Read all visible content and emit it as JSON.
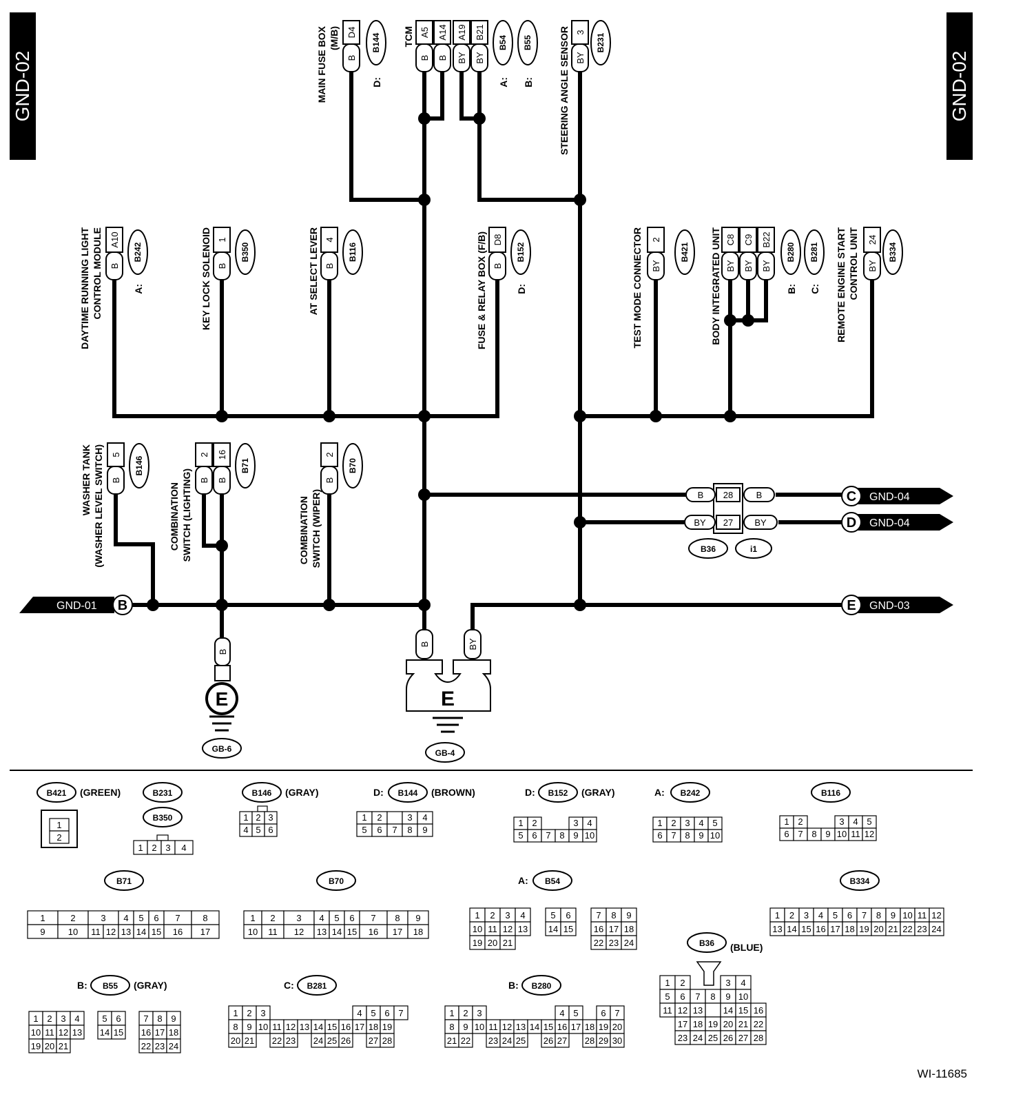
{
  "page_tag": "GND-02",
  "figure_id": "WI-11685",
  "components": {
    "main_fuse_box": {
      "name": "MAIN FUSE BOX",
      "sub": "(M/B)",
      "prefix": "D:",
      "conn": "B144",
      "pin": "D4",
      "wire": "B"
    },
    "tcm": {
      "name": "TCM",
      "prefix_a": "A:",
      "conn_a": "B54",
      "prefix_b": "B:",
      "conn_b": "B55",
      "pins": [
        "A5",
        "A14",
        "A19",
        "B21"
      ],
      "wires": [
        "B",
        "B",
        "BY",
        "BY"
      ]
    },
    "steering": {
      "name": "STEERING ANGLE SENSOR",
      "conn": "B231",
      "pin": "3",
      "wire": "BY"
    },
    "drl": {
      "name1": "DAYTIME RUNNING LIGHT",
      "name2": "CONTROL MODULE",
      "prefix": "A:",
      "conn": "B242",
      "pin": "A10",
      "wire": "B"
    },
    "keylock": {
      "name": "KEY LOCK SOLENOID",
      "conn": "B350",
      "pin": "1",
      "wire": "B"
    },
    "atselect": {
      "name": "AT SELECT LEVER",
      "conn": "B116",
      "pin": "4",
      "wire": "B"
    },
    "fuserelay": {
      "name": "FUSE & RELAY BOX (F/B)",
      "prefix": "D:",
      "conn": "B152",
      "pin": "D8",
      "wire": "B"
    },
    "testmode": {
      "name": "TEST MODE CONNECTOR",
      "conn": "B421",
      "pin": "2",
      "wire": "BY"
    },
    "biu": {
      "name": "BODY INTEGRATED UNIT",
      "prefix_b": "B:",
      "conn_b": "B280",
      "prefix_c": "C:",
      "conn_c": "B281",
      "pins": [
        "C8",
        "C9",
        "B22"
      ],
      "wires": [
        "BY",
        "BY",
        "BY"
      ]
    },
    "remote": {
      "name1": "REMOTE ENGINE START",
      "name2": "CONTROL UNIT",
      "conn": "B334",
      "pin": "24",
      "wire": "BY"
    },
    "washer": {
      "name1": "WASHER TANK",
      "name2": "(WASHER LEVEL SWITCH)",
      "conn": "B146",
      "pin": "5",
      "wire": "B"
    },
    "comb_light": {
      "name1": "COMBINATION",
      "name2": "SWITCH (LIGHTING)",
      "conn": "B71",
      "pins": [
        "2",
        "16"
      ],
      "wires": [
        "B",
        "B"
      ]
    },
    "comb_wiper": {
      "name1": "COMBINATION",
      "name2": "SWITCH (WIPER)",
      "conn": "B70",
      "pin": "2",
      "wire": "B"
    }
  },
  "joint": {
    "conn_left": "B36",
    "conn_right": "i1",
    "rows": [
      {
        "wire_l": "B",
        "pin": "28",
        "wire_r": "B"
      },
      {
        "wire_l": "BY",
        "pin": "27",
        "wire_r": "BY"
      }
    ]
  },
  "offpage": {
    "c": {
      "letter": "C",
      "label": "GND-04"
    },
    "d": {
      "letter": "D",
      "label": "GND-04"
    },
    "e_right": {
      "letter": "E",
      "label": "GND-03"
    },
    "b_left": {
      "letter": "B",
      "label": "GND-01"
    }
  },
  "grounds": {
    "gb6": {
      "letter": "E",
      "label": "GB-6",
      "wire": "B"
    },
    "gb4": {
      "letter": "E",
      "label": "GB-4",
      "wires": [
        "B",
        "BY"
      ]
    }
  },
  "connector_views": [
    {
      "prefix": "",
      "id": "B421",
      "color": "(GREEN)"
    },
    {
      "prefix": "",
      "id": "B231",
      "color": ""
    },
    {
      "prefix": "",
      "id": "B350",
      "color": ""
    },
    {
      "prefix": "",
      "id": "B146",
      "color": "(GRAY)"
    },
    {
      "prefix": "D:",
      "id": "B144",
      "color": "(BROWN)"
    },
    {
      "prefix": "D:",
      "id": "B152",
      "color": "(GRAY)"
    },
    {
      "prefix": "A:",
      "id": "B242",
      "color": ""
    },
    {
      "prefix": "",
      "id": "B116",
      "color": ""
    },
    {
      "prefix": "",
      "id": "B71",
      "color": ""
    },
    {
      "prefix": "",
      "id": "B70",
      "color": ""
    },
    {
      "prefix": "A:",
      "id": "B54",
      "color": ""
    },
    {
      "prefix": "",
      "id": "B334",
      "color": ""
    },
    {
      "prefix": "",
      "id": "B36",
      "color": "(BLUE)"
    },
    {
      "prefix": "B:",
      "id": "B55",
      "color": "(GRAY)"
    },
    {
      "prefix": "C:",
      "id": "B281",
      "color": ""
    },
    {
      "prefix": "B:",
      "id": "B280",
      "color": ""
    }
  ]
}
